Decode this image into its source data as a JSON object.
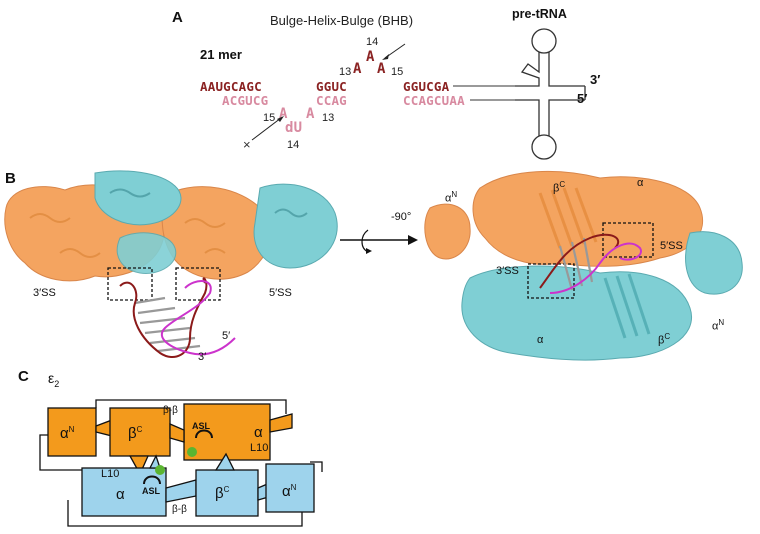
{
  "panel_a": {
    "letter": "A",
    "title": "Bulge-Helix-Bulge (BHB)",
    "length_label": "21 mer",
    "pre_trna_label": "pre-tRNA",
    "top_strand": [
      "AAUGCAGC",
      "GGUC",
      "GGUCGA"
    ],
    "bottom_strand": [
      "ACGUCG",
      "CCAG",
      "CCAGCUAA"
    ],
    "top_bulge": [
      "A",
      "A",
      "A"
    ],
    "top_bulge_numbers": [
      "14",
      "13",
      "15"
    ],
    "bottom_bulge": [
      "A",
      "dU",
      "A"
    ],
    "bottom_bulge_numbers": [
      "15",
      "14",
      "13"
    ],
    "cross_mark": "×",
    "end_3": "3′",
    "end_5": "5′",
    "colors": {
      "dark_strand": "#8b2323",
      "light_strand": "#d88aa0"
    }
  },
  "panel_b": {
    "letter": "B",
    "left": {
      "ss3": "3′SS",
      "ss5": "5′SS",
      "end5": "5′",
      "end3": "3′"
    },
    "rotation": "-90°",
    "right": {
      "alpha_n_top": "α",
      "alpha_n_top_sup": "N",
      "beta_c_top": "β",
      "beta_c_top_sup": "C",
      "alpha_top": "α",
      "ss5": "5′SS",
      "ss3": "3′SS",
      "alpha_bottom": "α",
      "beta_c_bottom": "β",
      "beta_c_bottom_sup": "C",
      "alpha_n_bottom": "α",
      "alpha_n_bottom_sup": "N"
    },
    "colors": {
      "orange": "#f4a460",
      "cyan": "#7fcfd4",
      "rna_dark": "#8b1a1a",
      "rna_magenta": "#cc33cc"
    }
  },
  "panel_c": {
    "letter": "C",
    "epsilon": "ε",
    "epsilon_sub": "2",
    "orange_alpha_n": "α",
    "orange_alpha_n_sup": "N",
    "orange_beta_c": "β",
    "orange_beta_c_sup": "C",
    "orange_alpha": "α",
    "orange_l10": "L10",
    "orange_asl": "ASL",
    "beta_beta_top": "β-β",
    "blue_l10": "L10",
    "blue_alpha": "α",
    "blue_asl": "ASL",
    "blue_beta_c": "β",
    "blue_beta_c_sup": "C",
    "blue_alpha_n": "α",
    "blue_alpha_n_sup": "N",
    "beta_beta_bottom": "β-β",
    "colors": {
      "orange": "#f39a1c",
      "blue": "#9ed3ec",
      "green": "#5bb531"
    }
  }
}
